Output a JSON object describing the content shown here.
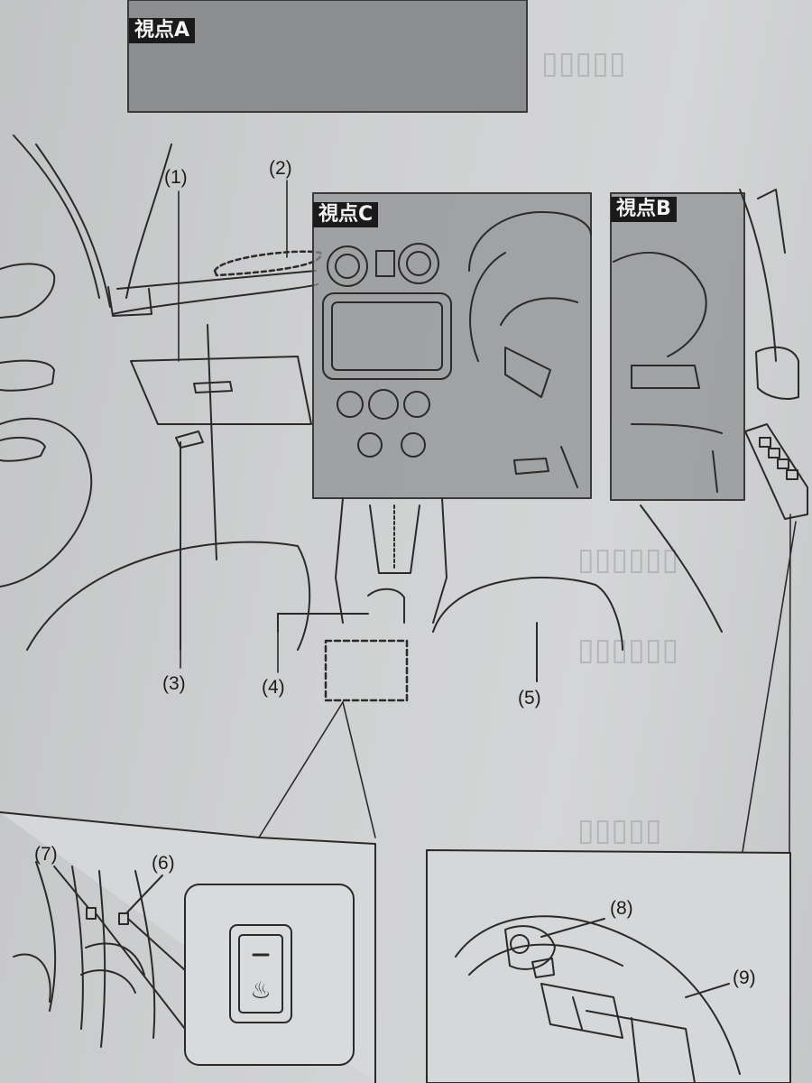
{
  "views": {
    "a": "視点A",
    "b": "視点B",
    "c": "視点C"
  },
  "callouts": {
    "c1": "(1)",
    "c2": "(2)",
    "c3": "(3)",
    "c4": "(4)",
    "c5": "(5)",
    "c6": "(6)",
    "c7": "(7)",
    "c8": "(8)",
    "c9": "(9)"
  },
  "colors": {
    "page": "#c9cacb",
    "panel": "#8e8f91",
    "line": "#2a2a2a",
    "tag_bg": "#1a1a1a",
    "tag_text": "#f2f2f2"
  },
  "icons": {
    "inset_button": "seat-heater-icon"
  }
}
